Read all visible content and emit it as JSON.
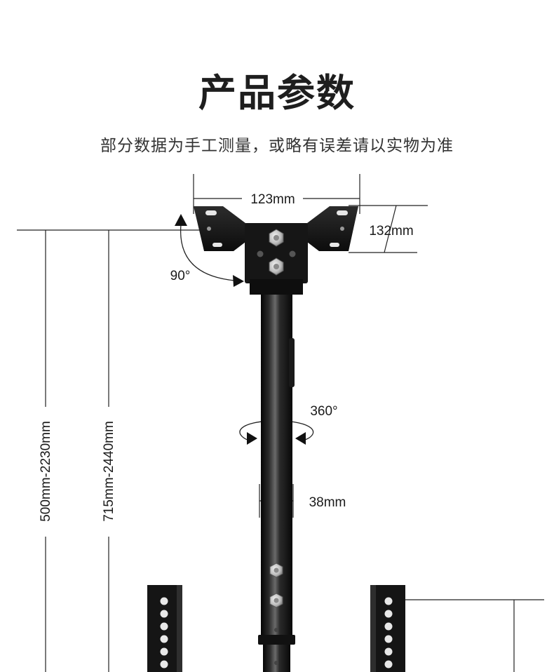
{
  "header": {
    "title": "产品参数",
    "subtitle": "部分数据为手工测量，或略有误差请以实物为准"
  },
  "dimensions": {
    "top_width": "123mm",
    "plate_height": "132mm",
    "tilt_angle": "90°",
    "rotation": "360°",
    "pole_diameter": "38mm",
    "height_range_short": "500mm-2230mm",
    "height_range_long": "715mm-2440mm"
  },
  "colors": {
    "metal": "#161616",
    "line": "#222222"
  }
}
